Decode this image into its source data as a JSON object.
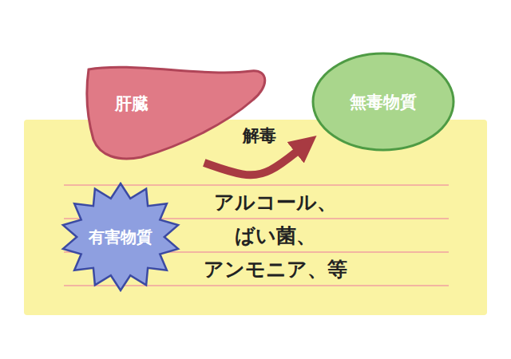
{
  "diagram": {
    "nodes": [
      {
        "text": [
          "肝臓"
        ]
      },
      {
        "text": [
          "無毒物質"
        ]
      },
      {
        "text": [
          "有害物質"
        ]
      }
    ],
    "edges": [
      {
        "from": 0,
        "to": 1,
        "label": "解毒",
        "arrow": "to"
      }
    ],
    "labels": [
      "アルコール、",
      "ばい菌、",
      "アンモニア、等"
    ]
  }
}
